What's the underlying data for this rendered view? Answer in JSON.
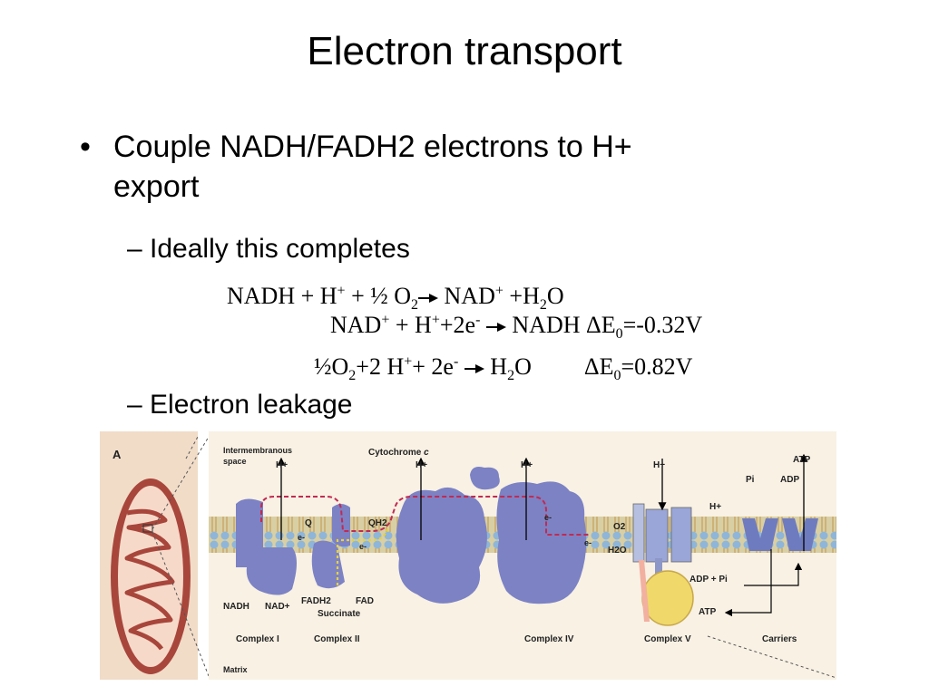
{
  "title": "Electron transport",
  "bullet": {
    "marker": "•",
    "text_line1": "Couple NADH/FADH2 electrons to H+",
    "text_line2": "export"
  },
  "sub1": "– Ideally this completes",
  "sub2": "– Electron leakage",
  "eq1": {
    "a": "NADH + H",
    "b": " + ½ O",
    "c": "NAD",
    "d": " +H",
    "e": "O",
    "plus": "+",
    "two": "2"
  },
  "eq2": {
    "a": "NAD",
    "b": " + H",
    "c": "+2e",
    "d": "NADH ",
    "delta": "ΔE",
    "zero": "0",
    "val": "=-0.32V",
    "plus": "+",
    "minus": "-"
  },
  "eq3": {
    "a": "½O",
    "b": "+2 H",
    "c": "+ 2e",
    "d": "H",
    "e": "O",
    "delta": "ΔE",
    "zero": "0",
    "val": "=0.82V",
    "plus": "+",
    "minus": "-",
    "two": "2"
  },
  "diagram": {
    "panel_label": "A",
    "intermembrane_label_1": "Intermembranous",
    "intermembrane_label_2": "space",
    "matrix_label": "Matrix",
    "cytochrome": "Cytochrome",
    "cytochrome_c": "c",
    "hplus": "H+",
    "q": "Q",
    "qh2": "QH2",
    "e": "e-",
    "o2": "O2",
    "h2o": "H2O",
    "nadh": "NADH",
    "nad": "NAD+",
    "fadh2": "FADH2",
    "fad": "FAD",
    "succinate": "Succinate",
    "pi": "Pi",
    "adp": "ADP",
    "atp": "ATP",
    "adp_pi": "ADP + Pi",
    "complex1": "Complex I",
    "complex2": "Complex II",
    "complex4": "Complex IV",
    "complex5": "Complex V",
    "carriers": "Carriers"
  }
}
